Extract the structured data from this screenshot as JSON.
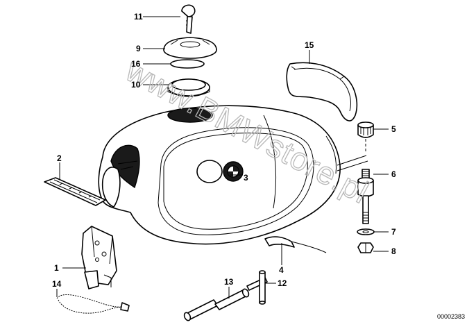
{
  "diagram": {
    "watermark": "www.BMWstore.pl",
    "drawing_code": "00002383",
    "callouts": [
      {
        "id": "c1",
        "label": "1"
      },
      {
        "id": "c2",
        "label": "2"
      },
      {
        "id": "c3",
        "label": "3"
      },
      {
        "id": "c4",
        "label": "4"
      },
      {
        "id": "c5",
        "label": "5"
      },
      {
        "id": "c6",
        "label": "6"
      },
      {
        "id": "c7",
        "label": "7"
      },
      {
        "id": "c8",
        "label": "8"
      },
      {
        "id": "c9",
        "label": "9"
      },
      {
        "id": "c10",
        "label": "10"
      },
      {
        "id": "c11",
        "label": "11"
      },
      {
        "id": "c12",
        "label": "12"
      },
      {
        "id": "c13",
        "label": "13"
      },
      {
        "id": "c14",
        "label": "14"
      },
      {
        "id": "c15",
        "label": "15"
      },
      {
        "id": "c16",
        "label": "16"
      }
    ]
  }
}
